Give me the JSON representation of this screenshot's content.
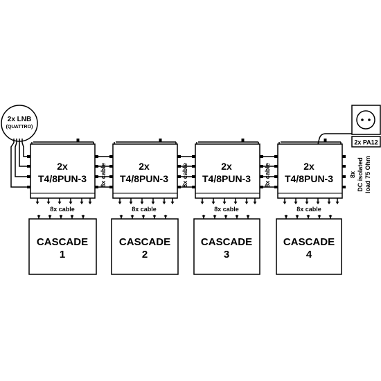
{
  "lnb": {
    "line1": "2x LNB",
    "line2": "(QUATTRO)"
  },
  "power_supply": {
    "label": "2x PA12"
  },
  "multiswitches": [
    {
      "line1": "2x",
      "line2": "T4/8PUN-3"
    },
    {
      "line1": "2x",
      "line2": "T4/8PUN-3"
    },
    {
      "line1": "2x",
      "line2": "T4/8PUN-3"
    },
    {
      "line1": "2x",
      "line2": "T4/8PUN-3"
    }
  ],
  "cascades": [
    {
      "line1": "CASCADE",
      "line2": "1"
    },
    {
      "line1": "CASCADE",
      "line2": "2"
    },
    {
      "line1": "CASCADE",
      "line2": "3"
    },
    {
      "line1": "CASCADE",
      "line2": "4"
    }
  ],
  "cable_labels": {
    "bottom": "8x cable",
    "side": "8x cable"
  },
  "load": {
    "line1": "8x",
    "line2": "DC isolated",
    "line3": "load 75 Ohm"
  }
}
